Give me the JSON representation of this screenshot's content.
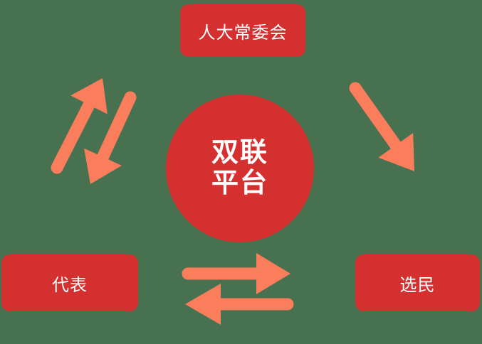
{
  "colors": {
    "background": "#487150",
    "node": "#d3302f",
    "arrow": "#fa7d5c",
    "text": "#ffffff"
  },
  "diagram": {
    "nodes": {
      "npc": {
        "label": "人大常委会"
      },
      "platform": {
        "line1": "双联",
        "line2": "平台"
      },
      "representative": {
        "label": "代表"
      },
      "voter": {
        "label": "选民"
      }
    },
    "arrows": [
      {
        "name": "representative-to-npc",
        "direction": "up-right"
      },
      {
        "name": "npc-to-representative",
        "direction": "down-left"
      },
      {
        "name": "npc-to-voter",
        "direction": "down-right"
      },
      {
        "name": "representative-to-voter",
        "direction": "right"
      },
      {
        "name": "voter-to-representative",
        "direction": "left"
      }
    ]
  }
}
